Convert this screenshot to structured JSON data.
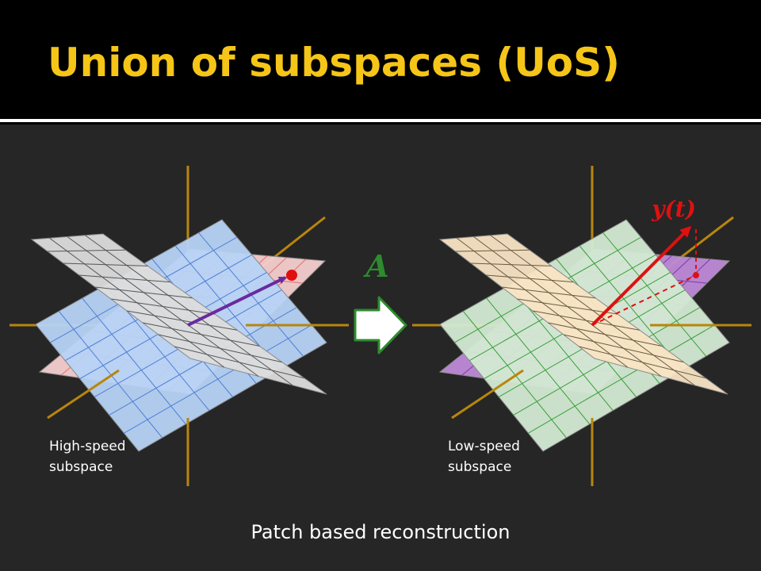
{
  "title": "Union of subspaces (UoS)",
  "left_panel": {
    "label_line1": "High-speed",
    "label_line2": "subspace"
  },
  "right_panel": {
    "label_line1": "Low-speed",
    "label_line2": "subspace"
  },
  "operator_label": "A",
  "vector_label": "y(t)",
  "caption": "Patch based reconstruction",
  "colors": {
    "title": "#f5c518",
    "axis": "#b8860b",
    "plane_gray": "#dcdcdc",
    "plane_blue": "#b7d3f5",
    "plane_pink": "#f6cfcf",
    "plane_green": "#d3ead3",
    "plane_cream": "#f8e4c4",
    "plane_purple": "#bf8ad8",
    "arrow_left": "#6a2aa0",
    "arrow_right": "#e01010",
    "operator": "#2e8b2e"
  }
}
